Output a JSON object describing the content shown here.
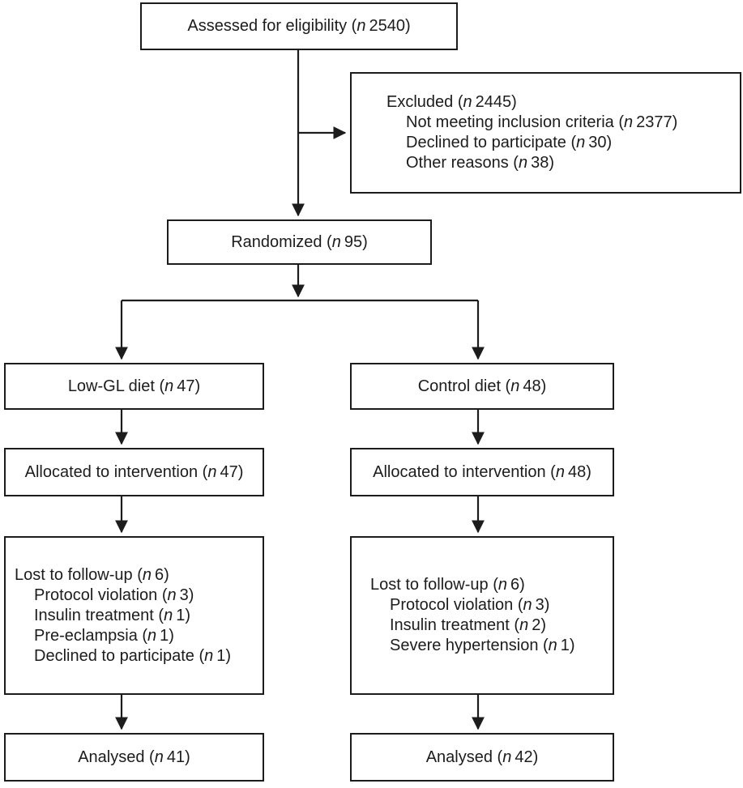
{
  "colors": {
    "line": "#1c1c1c",
    "text": "#1c1c1c",
    "box_background": "#ffffff",
    "page_background": "#ffffff"
  },
  "boxes": {
    "assessed": {
      "label": "Assessed for eligibility (n 2540)"
    },
    "excluded": {
      "lines": [
        "Excluded (n 2445)",
        "Not meeting inclusion criteria (n 2377)",
        "Declined to participate (n 30)",
        "Other reasons (n 38)"
      ]
    },
    "randomized": {
      "label": "Randomized (n 95)"
    },
    "low_gl_diet": {
      "label": "Low-GL diet (n 47)"
    },
    "control_diet": {
      "label": "Control diet (n 48)"
    },
    "allocated_low_gl": {
      "label": "Allocated to intervention (n 47)"
    },
    "allocated_control": {
      "label": "Allocated to intervention (n 48)"
    },
    "lost_low_gl": {
      "lines": [
        "Lost to follow-up (n 6)",
        "Protocol violation (n 3)",
        "Insulin treatment (n 1)",
        "Pre-eclampsia (n 1)",
        "Declined to participate (n 1)"
      ]
    },
    "lost_control": {
      "lines": [
        "Lost to follow-up (n 6)",
        "Protocol violation (n 3)",
        "Insulin treatment (n 2)",
        "Severe hypertension (n 1)"
      ]
    },
    "analysed_low_gl": {
      "label": "Analysed (n 41)"
    },
    "analysed_control": {
      "label": "Analysed (n 42)"
    }
  }
}
